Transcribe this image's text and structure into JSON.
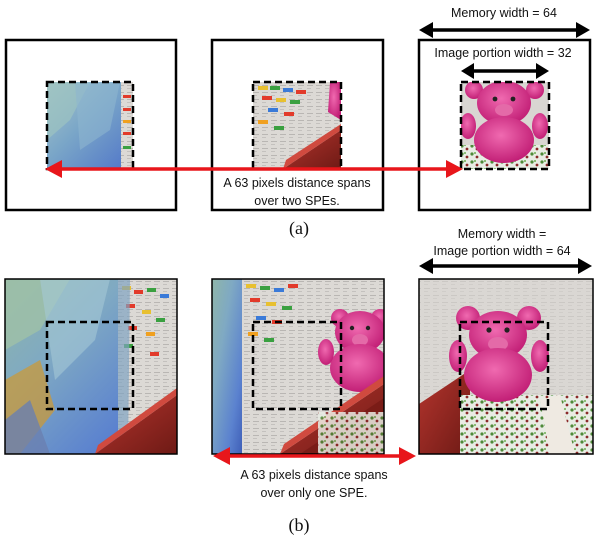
{
  "figure": {
    "panel_a": {
      "caption": "(a)",
      "memory_width_label": "Memory width = 64",
      "portion_width_label": "Image portion width = 32",
      "distance_label_line1": "A 63 pixels distance spans",
      "distance_label_line2": "over two SPEs."
    },
    "panel_b": {
      "caption": "(b)",
      "memory_label_line1": "Memory width =",
      "memory_label_line2": "Image portion width = 64",
      "distance_label_line1": "A 63 pixels distance spans",
      "distance_label_line2": "over only one SPE."
    }
  },
  "colors": {
    "arrow_red": "#e8161b",
    "arrow_black": "#000000",
    "frame": "#000000"
  }
}
